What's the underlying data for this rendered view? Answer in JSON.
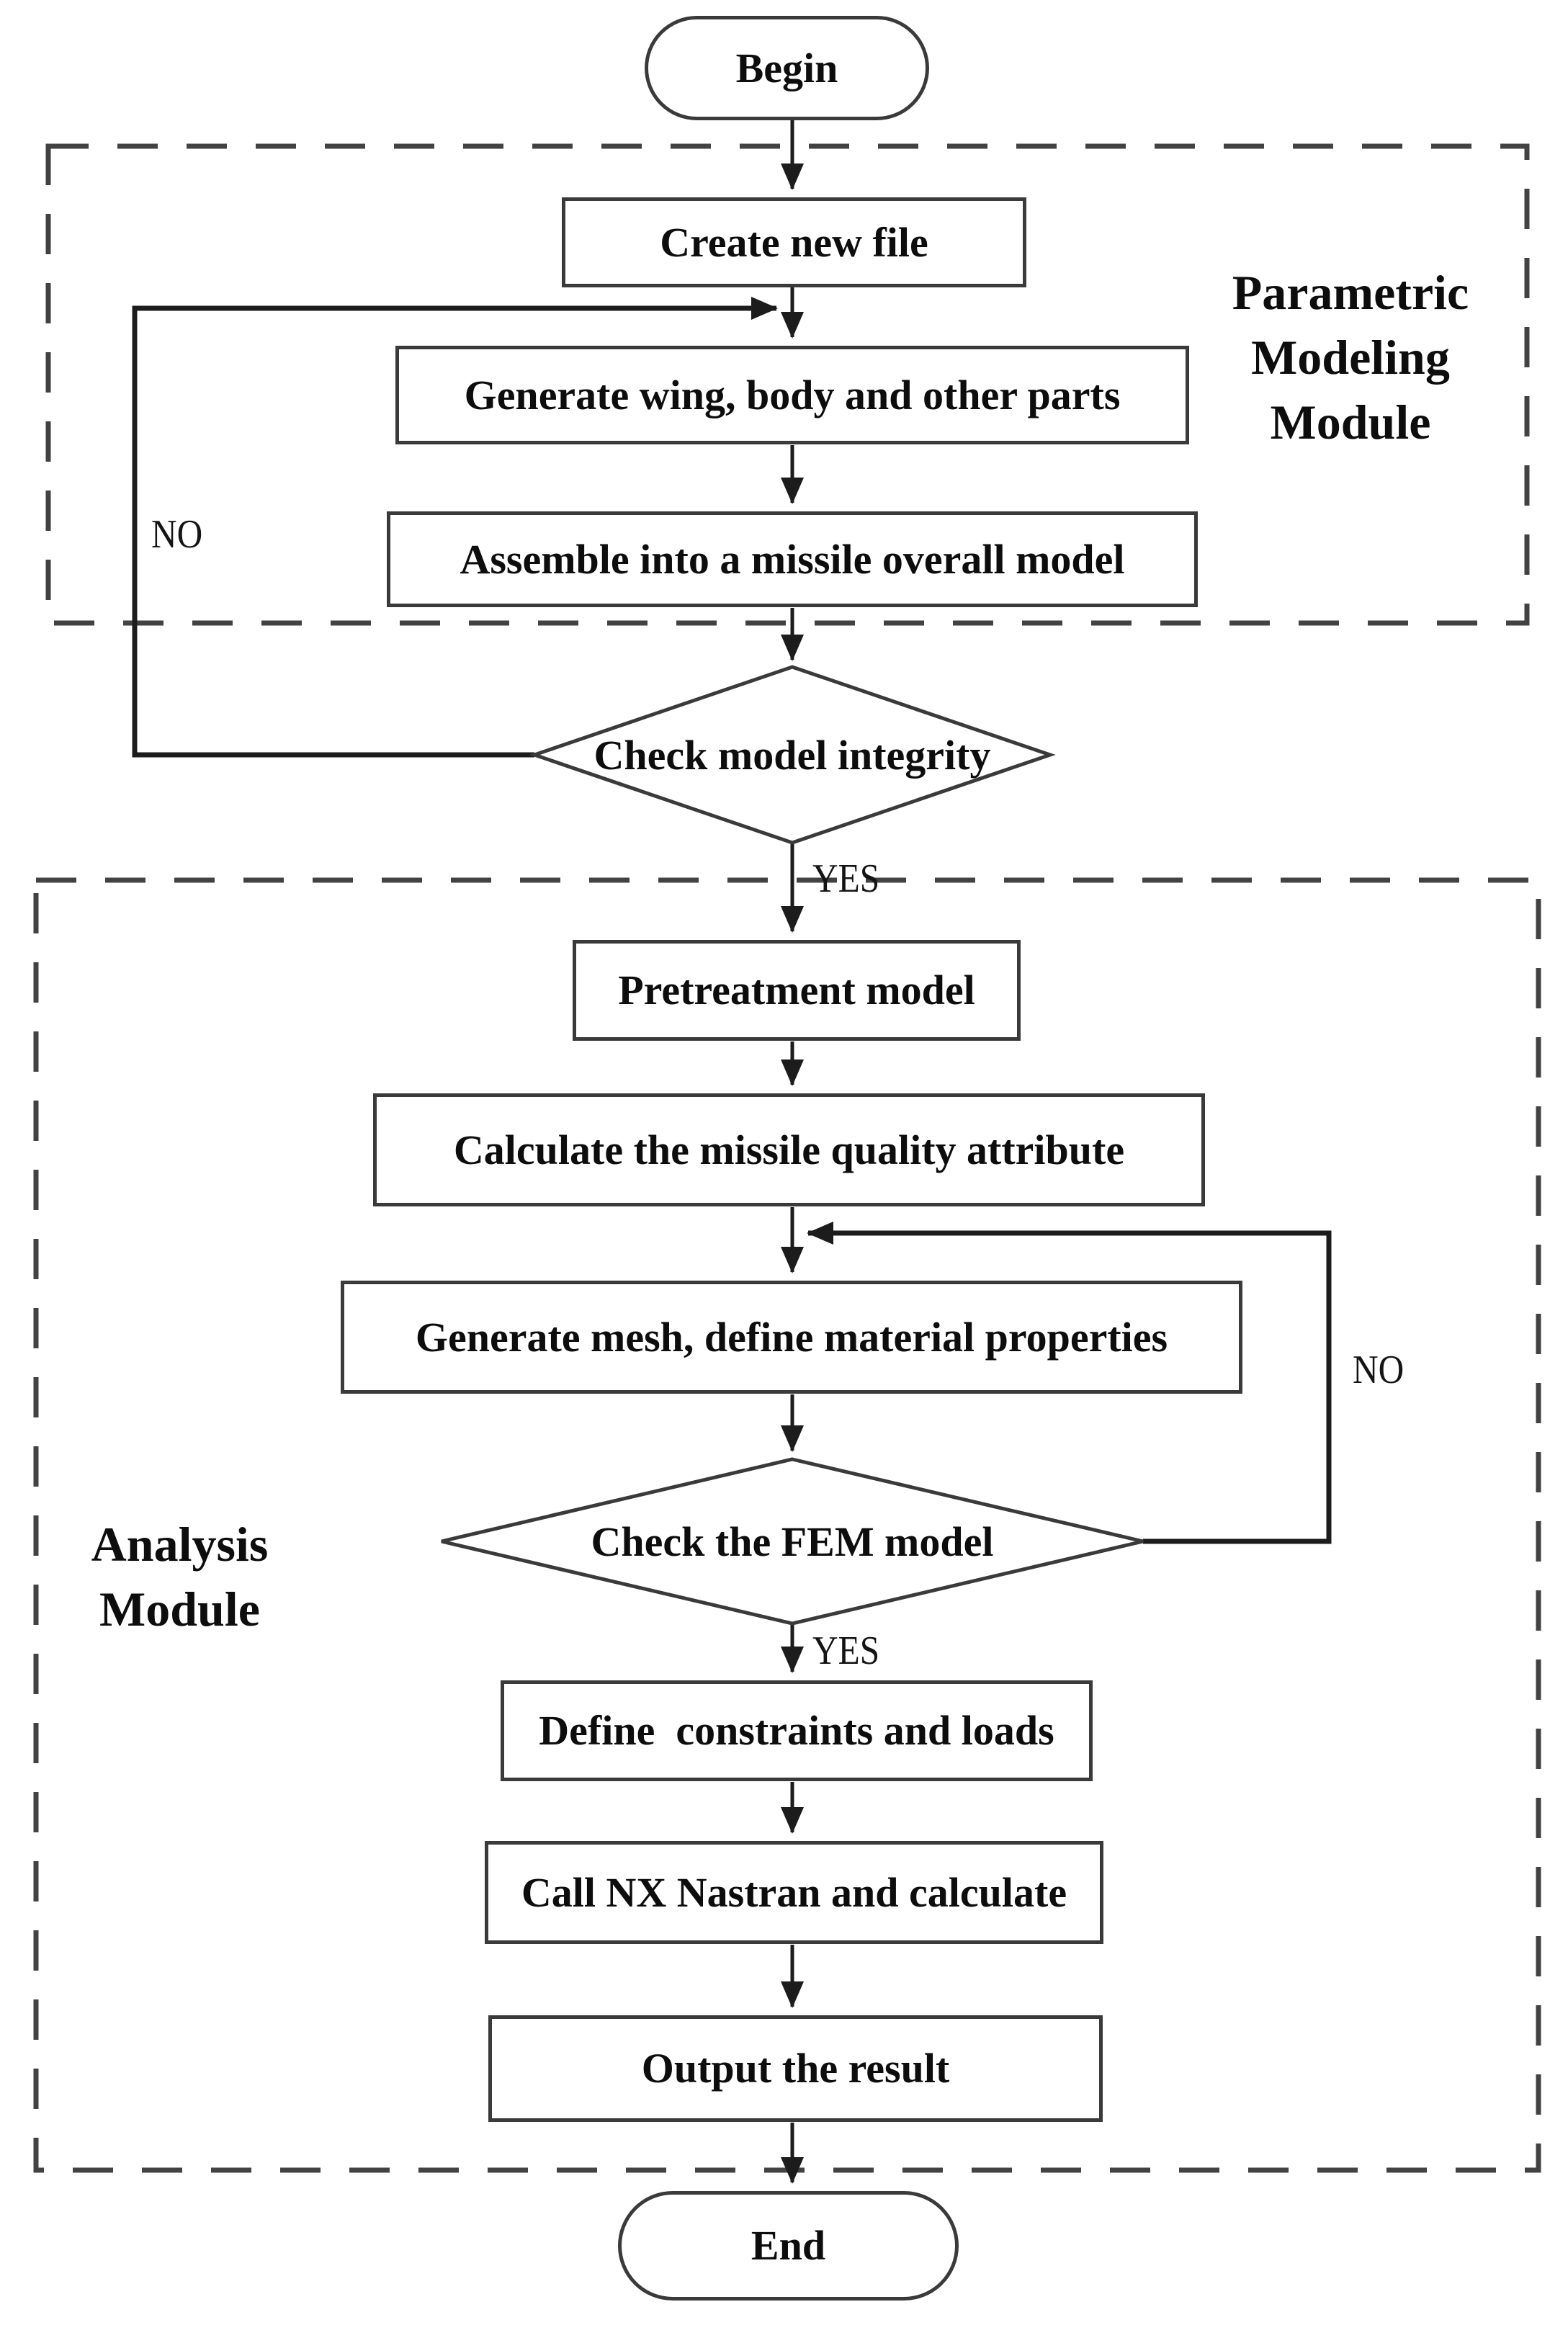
{
  "modules": {
    "parametric": {
      "label": "Parametric Modeling Module"
    },
    "analysis": {
      "label": "Analysis Module"
    }
  },
  "nodes": {
    "begin": {
      "label": "Begin",
      "type": "terminator"
    },
    "create_file": {
      "label": "Create new file",
      "type": "process"
    },
    "generate_parts": {
      "label": "Generate wing, body and other parts",
      "type": "process"
    },
    "assemble": {
      "label": "Assemble into a missile overall model",
      "type": "process"
    },
    "check_integrity": {
      "label": "Check model integrity",
      "type": "decision"
    },
    "pretreatment": {
      "label": "Pretreatment model",
      "type": "process"
    },
    "calculate_quality": {
      "label": "Calculate the missile quality attribute",
      "type": "process"
    },
    "generate_mesh": {
      "label": "Generate mesh, define material properties",
      "type": "process"
    },
    "check_fem": {
      "label": "Check the FEM model",
      "type": "decision"
    },
    "define_constraints": {
      "label": "Define  constraints and loads",
      "type": "process"
    },
    "call_nastran": {
      "label": "Call NX Nastran and calculate",
      "type": "process"
    },
    "output_result": {
      "label": "Output the result",
      "type": "process"
    },
    "end": {
      "label": "End",
      "type": "terminator"
    }
  },
  "branches": {
    "integrity_no": "NO",
    "integrity_yes": "YES",
    "fem_no": "NO",
    "fem_yes": "YES"
  },
  "colors": {
    "line": "#1c1c1c",
    "box_border": "#3a3a3a",
    "dashed_border": "#424242",
    "text": "#0d0d0d",
    "background": "#ffffff"
  }
}
